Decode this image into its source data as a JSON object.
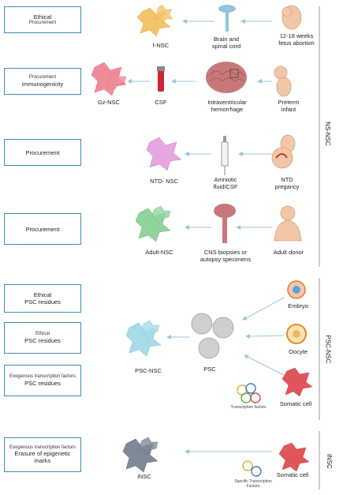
{
  "sections": {
    "ns_nsc": "NS-NSC",
    "psc_nsc": "PSC-NSC",
    "insc": "iNSC"
  },
  "boxes": {
    "b1_small": "Ethical",
    "b1_main": "Procurement",
    "b2_small": "Procurement",
    "b2_main": "Immunogenicity",
    "b3": "Procurement",
    "b4": "Procurement",
    "b5_small": "Ethical",
    "b5_main": "PSC residues",
    "b6_small": "Ethical",
    "b6_main": "PSC residues",
    "b7_small": "Exogenous transcription factors",
    "b7_main": "PSC residues",
    "b8_small": "Exogenous transcription factors",
    "b8_main": "Erasure of epigenetic marks"
  },
  "labels": {
    "fetus": "12-18 weeks fetus abortion",
    "brain_cord": "Brain and spinal cord",
    "f_nsc": "f-NSC",
    "preterm": "Preterm infant",
    "ivh": "Intraventricular hemorrhage",
    "csf": "CSF",
    "gz_nsc": "Gz-NSC",
    "ntd_preg": "NTD pregancy",
    "amniotic": "Amniotic fluid/CSF",
    "ntd_nsc": "NTD- NSC",
    "adult_donor": "Adult donor",
    "biopsy": "CNS biopsies or autopsy specimens",
    "adult_nsc": "Adult-NSC",
    "embryo": "Embryo",
    "oocyte": "Oocyte",
    "somatic1": "Somatic cell",
    "factors1": "Transcription factors",
    "psc": "PSC",
    "psc_nsc": "PSC-NSC",
    "somatic2": "Somatic cell",
    "factors2": "Specific Transcription Factors",
    "insc": "iNSC"
  },
  "colors": {
    "box_border": "#3a8fb0",
    "arrow": "#9cc7dc",
    "f_nsc": "#f5c46a",
    "gz_nsc": "#f08c9a",
    "ntd_nsc": "#e6a6e0",
    "adult_nsc": "#8fd49a",
    "psc_nsc": "#a8dbe8",
    "insc": "#7f8a99",
    "somatic": "#e0555a",
    "brain": "#c9787a"
  }
}
